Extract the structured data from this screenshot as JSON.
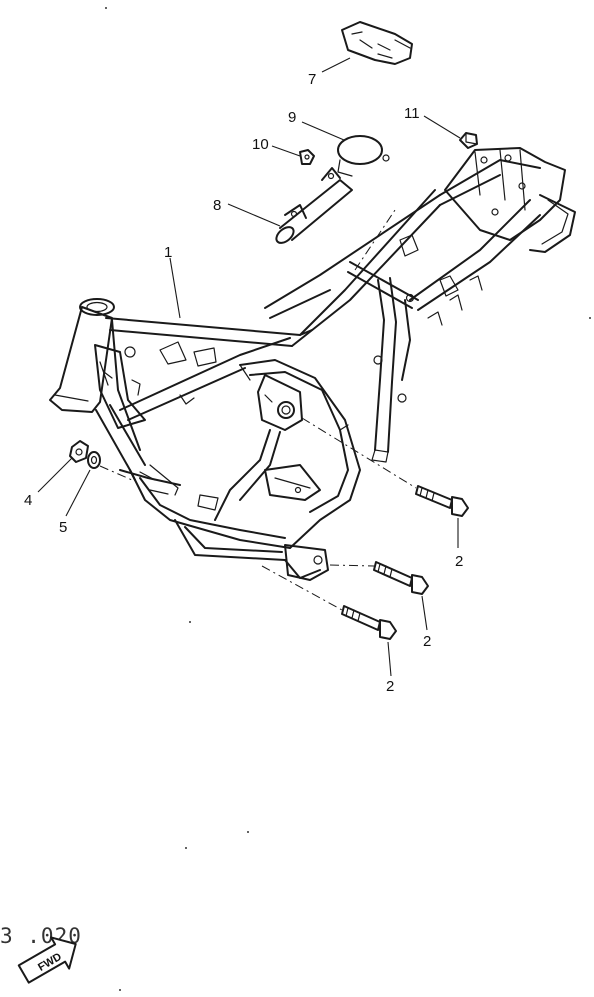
{
  "callouts": [
    {
      "id": "c1",
      "label": "1"
    },
    {
      "id": "c2a",
      "label": "2"
    },
    {
      "id": "c2b",
      "label": "2"
    },
    {
      "id": "c2c",
      "label": "2"
    },
    {
      "id": "c4",
      "label": "4"
    },
    {
      "id": "c5",
      "label": "5"
    },
    {
      "id": "c7",
      "label": "7"
    },
    {
      "id": "c8",
      "label": "8"
    },
    {
      "id": "c9",
      "label": "9"
    },
    {
      "id": "c10",
      "label": "10"
    },
    {
      "id": "c11",
      "label": "11"
    }
  ],
  "figure_code": "3 .020",
  "fwd_label": "FWD",
  "colors": {
    "line": "#1a1a1a",
    "background": "#ffffff"
  }
}
